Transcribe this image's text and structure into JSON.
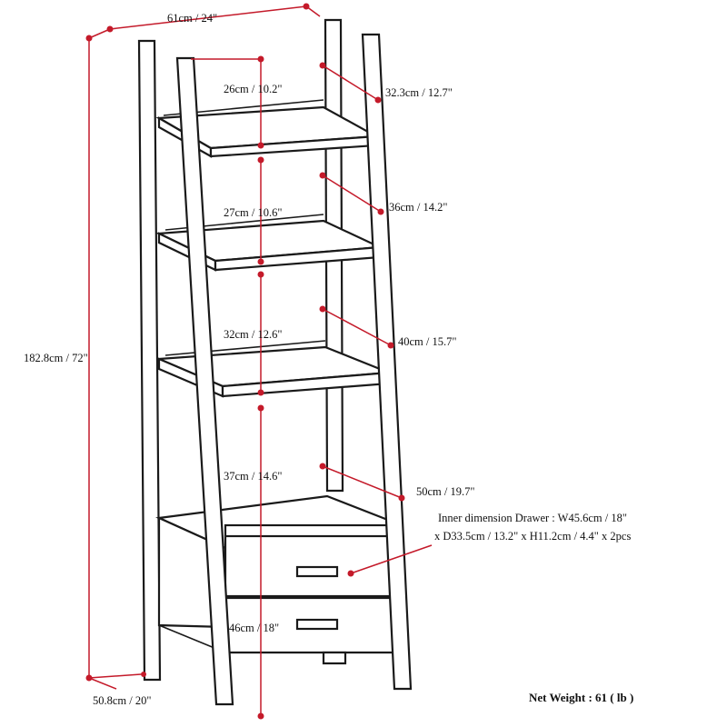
{
  "colors": {
    "dimension_line": "#c41a2a",
    "outline": "#1a1a1a",
    "background": "#ffffff"
  },
  "dimensions": {
    "top_width": "61cm / 24\"",
    "height": "182.8cm / 72\"",
    "base_depth": "50.8cm / 20\"",
    "shelf1_gap": "26cm / 10.2\"",
    "shelf2_gap": "27cm / 10.6\"",
    "shelf3_gap": "32cm / 12.6\"",
    "shelf4_gap": "37cm / 14.6\"",
    "bottom_gap": "46cm / 18\"",
    "shelf1_depth": "32.3cm / 12.7\"",
    "shelf2_depth": "36cm / 14.2\"",
    "shelf3_depth": "40cm / 15.7\"",
    "shelf4_depth": "50cm / 19.7\""
  },
  "drawer_note": {
    "line1": "Inner dimension Drawer : W45.6cm / 18\"",
    "line2": "x D33.5cm / 13.2\" x H11.2cm / 4.4\" x 2pcs"
  },
  "weight": "Net Weight : 61 ( lb )"
}
